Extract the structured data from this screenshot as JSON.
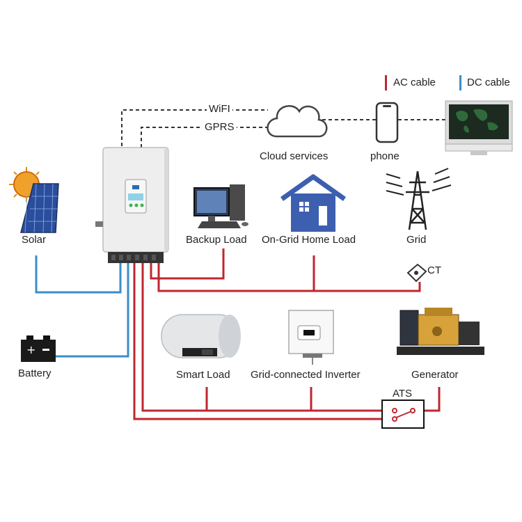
{
  "legend": {
    "ac": {
      "label": "AC cable",
      "color": "#c0262f"
    },
    "dc": {
      "label": "DC cable",
      "color": "#3a8ec9"
    }
  },
  "comms": {
    "wifi": "WiFI",
    "gprs": "GPRS"
  },
  "nodes": {
    "cloud": "Cloud services",
    "phone": "phone",
    "solar": "Solar",
    "backup_load": "Backup Load",
    "home_load": "On-Grid Home Load",
    "grid": "Grid",
    "ct": "CT",
    "battery": "Battery",
    "smart_load": "Smart Load",
    "grid_inverter": "Grid-connected Inverter",
    "generator": "Generator",
    "ats": "ATS"
  },
  "colors": {
    "line_dashed": "#333333",
    "cloud_stroke": "#444444",
    "house": "#3d5fb0",
    "inverter_body": "#eeeeee"
  }
}
